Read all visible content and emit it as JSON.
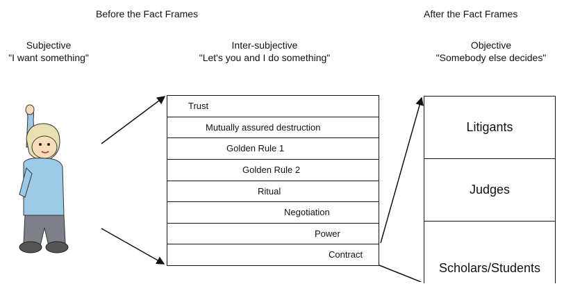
{
  "headers": {
    "before": "Before the Fact Frames",
    "after": "After the Fact Frames"
  },
  "columns": {
    "subjective": {
      "title": "Subjective",
      "quote": "\"I want something\""
    },
    "intersubjective": {
      "title": "Inter-subjective",
      "quote": "\"Let's you and I do something\""
    },
    "objective": {
      "title": "Objective",
      "quote": "\"Somebody else decides\""
    }
  },
  "frames": [
    "Trust",
    "Mutually assured destruction",
    "Golden Rule 1",
    "Golden Rule 2",
    "Ritual",
    "Negotiation",
    "Power",
    "Contract"
  ],
  "deciders": [
    "Litigants",
    "Judges",
    "Scholars/Students"
  ],
  "figure": {
    "icon": "child-raising-hand-icon"
  },
  "colors": {
    "line": "#111111",
    "shirt": "#9bc9e6",
    "skin": "#f6dcb8",
    "pants": "#7d7f89"
  }
}
